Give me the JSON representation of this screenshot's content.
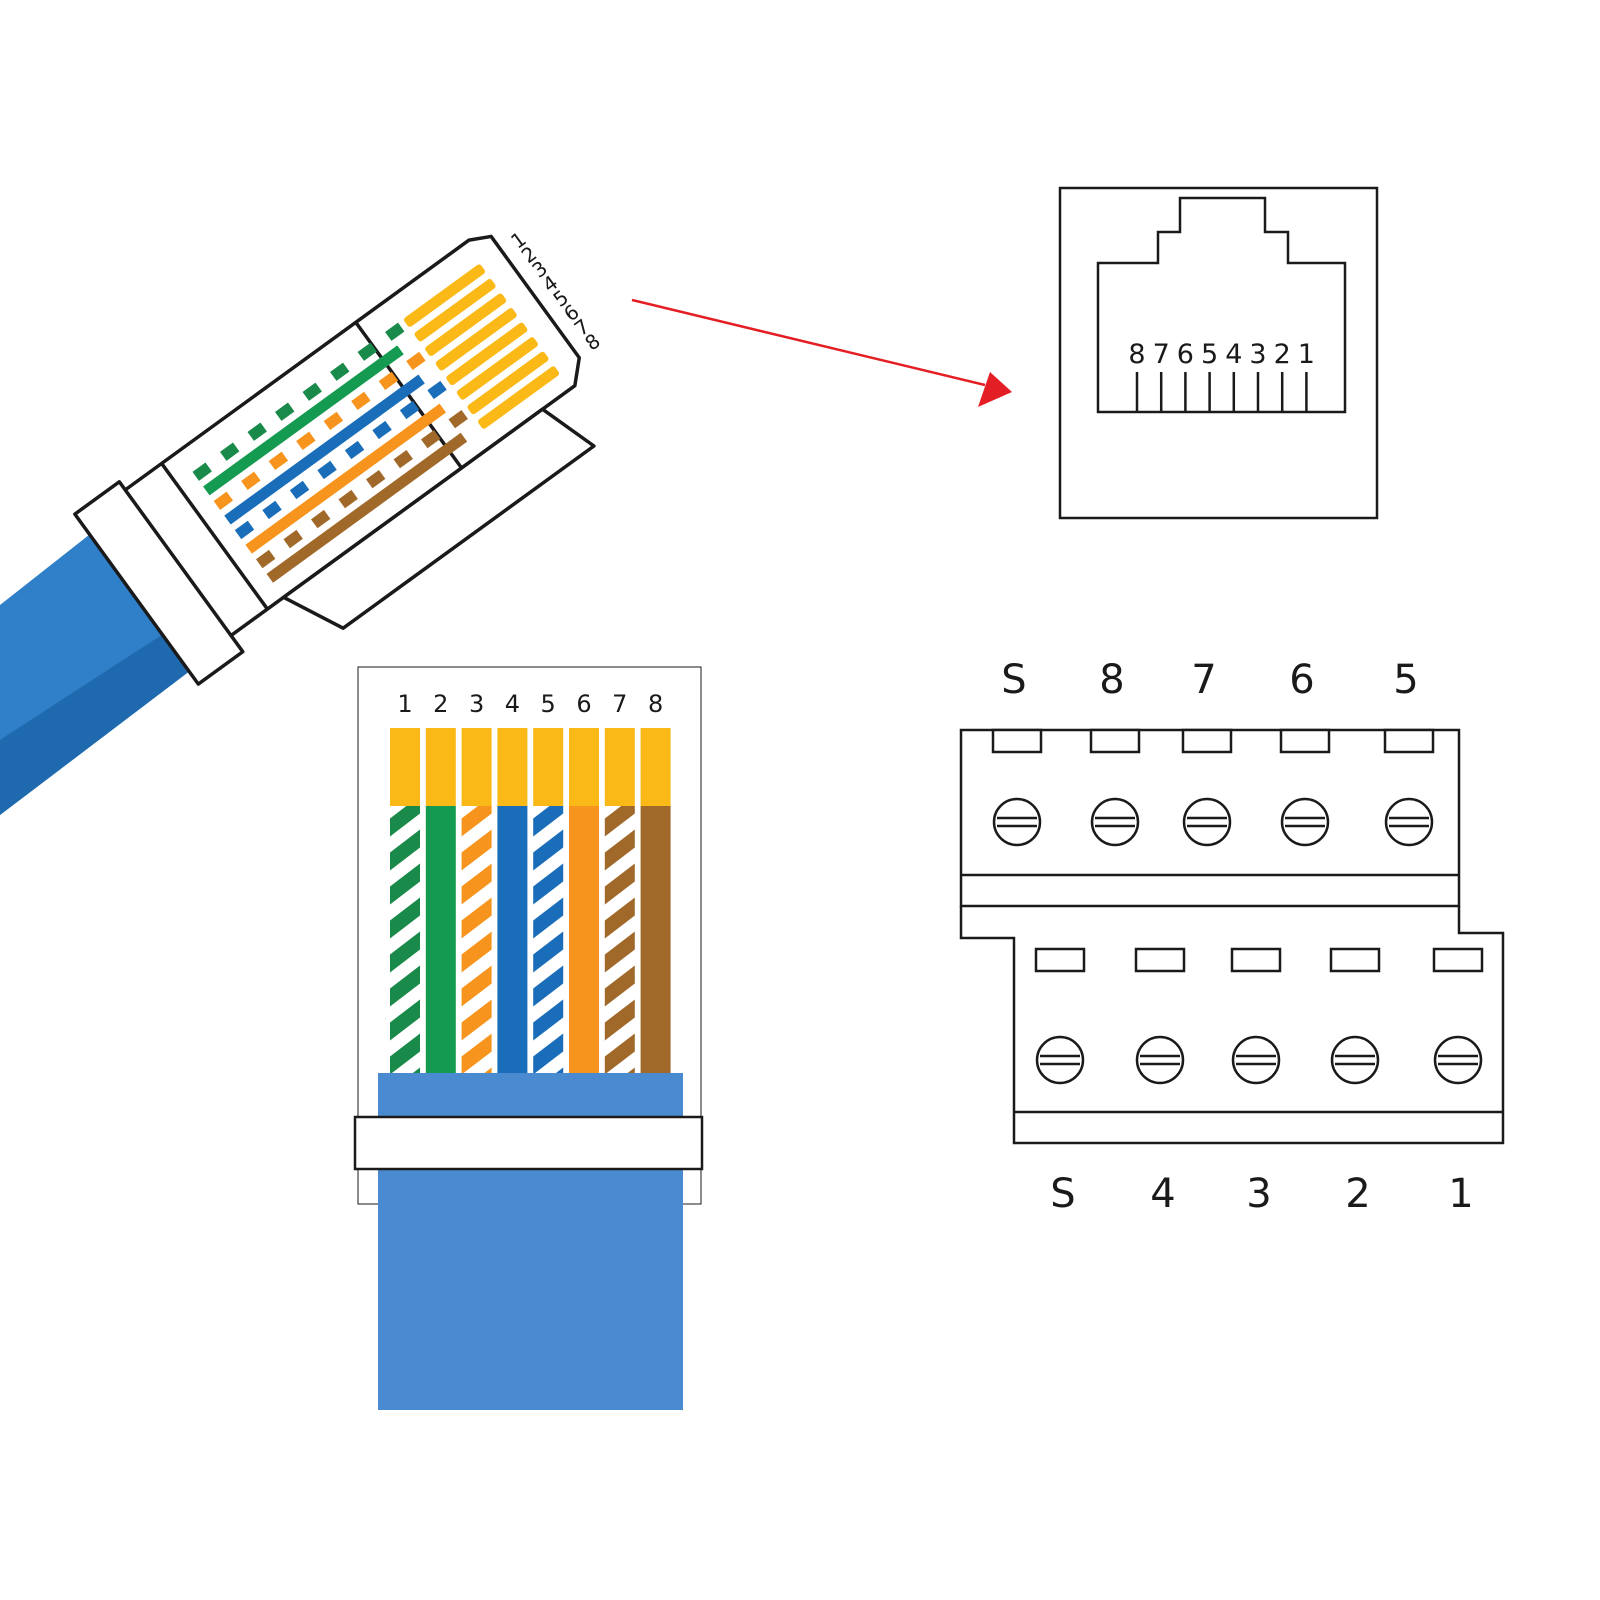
{
  "plug_pin_labels": [
    "1",
    "2",
    "3",
    "4",
    "5",
    "6",
    "7",
    "8"
  ],
  "jack_pin_labels": [
    "8",
    "7",
    "6",
    "5",
    "4",
    "3",
    "2",
    "1"
  ],
  "wires": [
    {
      "name": "green-white",
      "base": "#ffffff",
      "stripe": "#1a8a4a"
    },
    {
      "name": "green",
      "base": "#159a52",
      "stripe": null
    },
    {
      "name": "orange-white",
      "base": "#ffffff",
      "stripe": "#f7941d"
    },
    {
      "name": "blue",
      "base": "#1a6db8",
      "stripe": null
    },
    {
      "name": "blue-white",
      "base": "#ffffff",
      "stripe": "#1a6db8"
    },
    {
      "name": "orange",
      "base": "#f7941d",
      "stripe": null
    },
    {
      "name": "brown-white",
      "base": "#ffffff",
      "stripe": "#a0692a"
    },
    {
      "name": "brown",
      "base": "#a0692a",
      "stripe": null
    }
  ],
  "terminal_top_labels": [
    "S",
    "8",
    "7",
    "6",
    "5"
  ],
  "terminal_bottom_labels": [
    "S",
    "4",
    "3",
    "2",
    "1"
  ],
  "colors": {
    "contact_gold": "#fbb917",
    "cable_blue": "#2f7fc9",
    "boot_blue": "#4a8ad0",
    "arrow_red": "#e31e24",
    "outline": "#1a1a1a"
  }
}
